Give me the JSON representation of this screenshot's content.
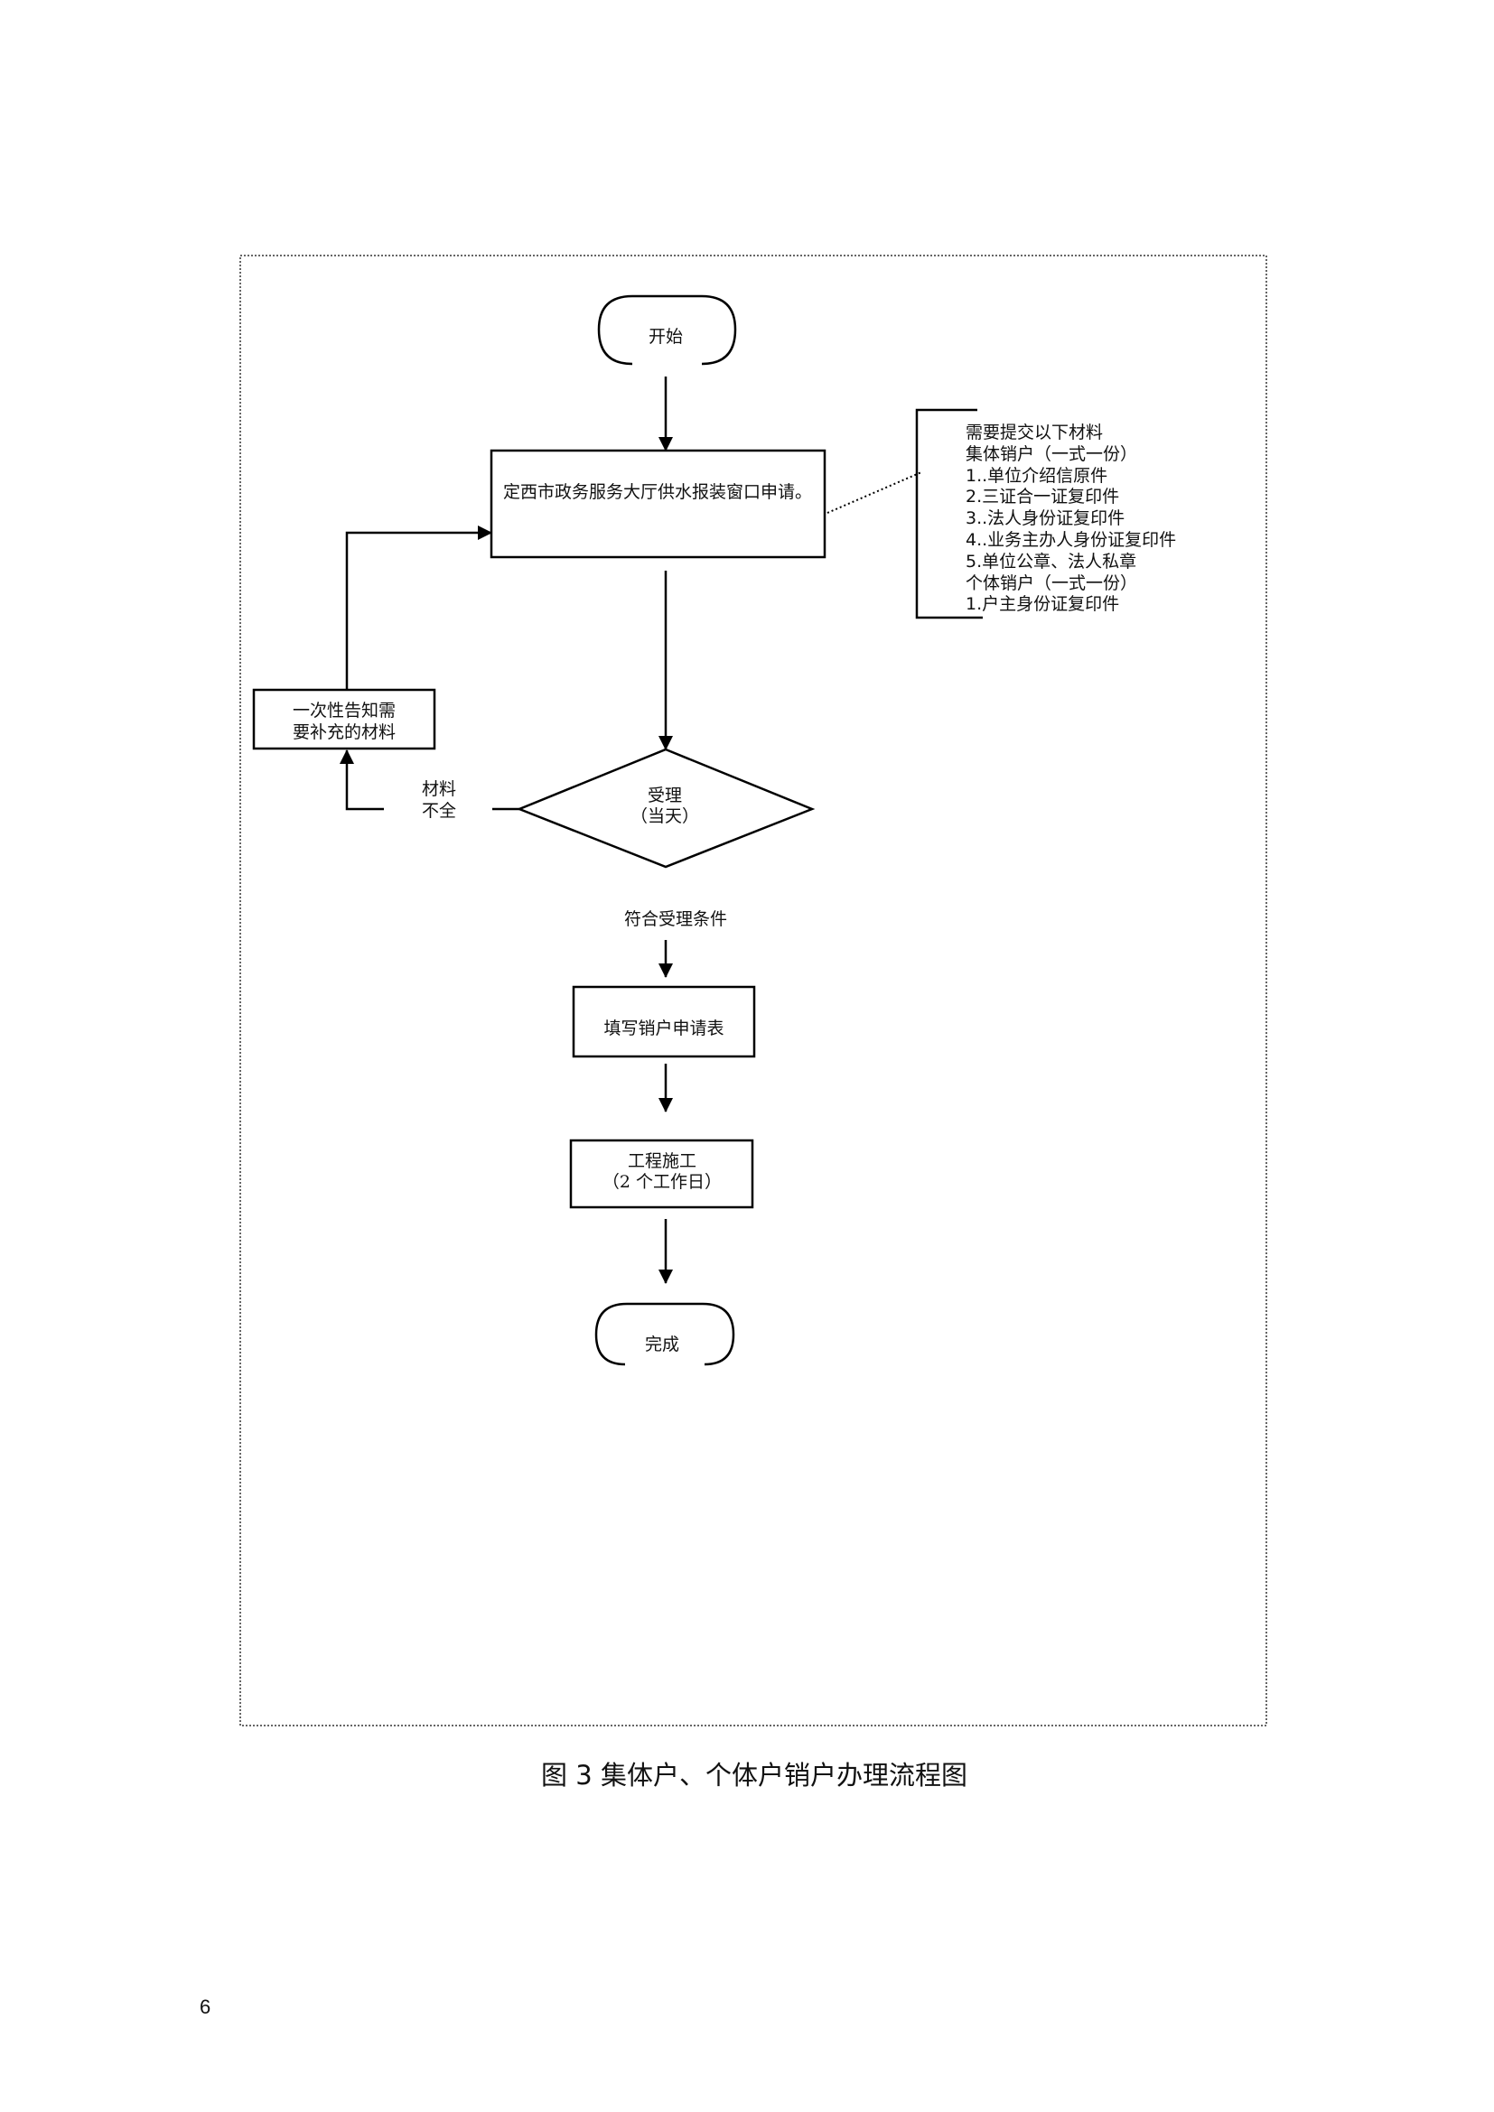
{
  "flowchart": {
    "start": "开始",
    "apply": "定西市政务服务大厅供水报装窗口申请。",
    "notice_line1": "一次性告知需",
    "notice_line2": "要补充的材料",
    "incomplete_line1": "材料",
    "incomplete_line2": "不全",
    "accept_line1": "受理",
    "accept_line2": "（当天）",
    "qualified": "符合受理条件",
    "fill_form": "填写销户申请表",
    "construction_line1": "工程施工",
    "construction_line2": "（2 个工作日）",
    "end": "完成",
    "materials": [
      "需要提交以下材料",
      "集体销户（一式一份）",
      "1..单位介绍信原件",
      "2.三证合一证复印件",
      "3..法人身份证复印件",
      "4..业务主办人身份证复印件",
      "5.单位公章、法人私章",
      "个体销户（一式一份）",
      "1.户主身份证复印件"
    ]
  },
  "caption": "图 3 集体户、个体户销户办理流程图",
  "page_number": "6"
}
